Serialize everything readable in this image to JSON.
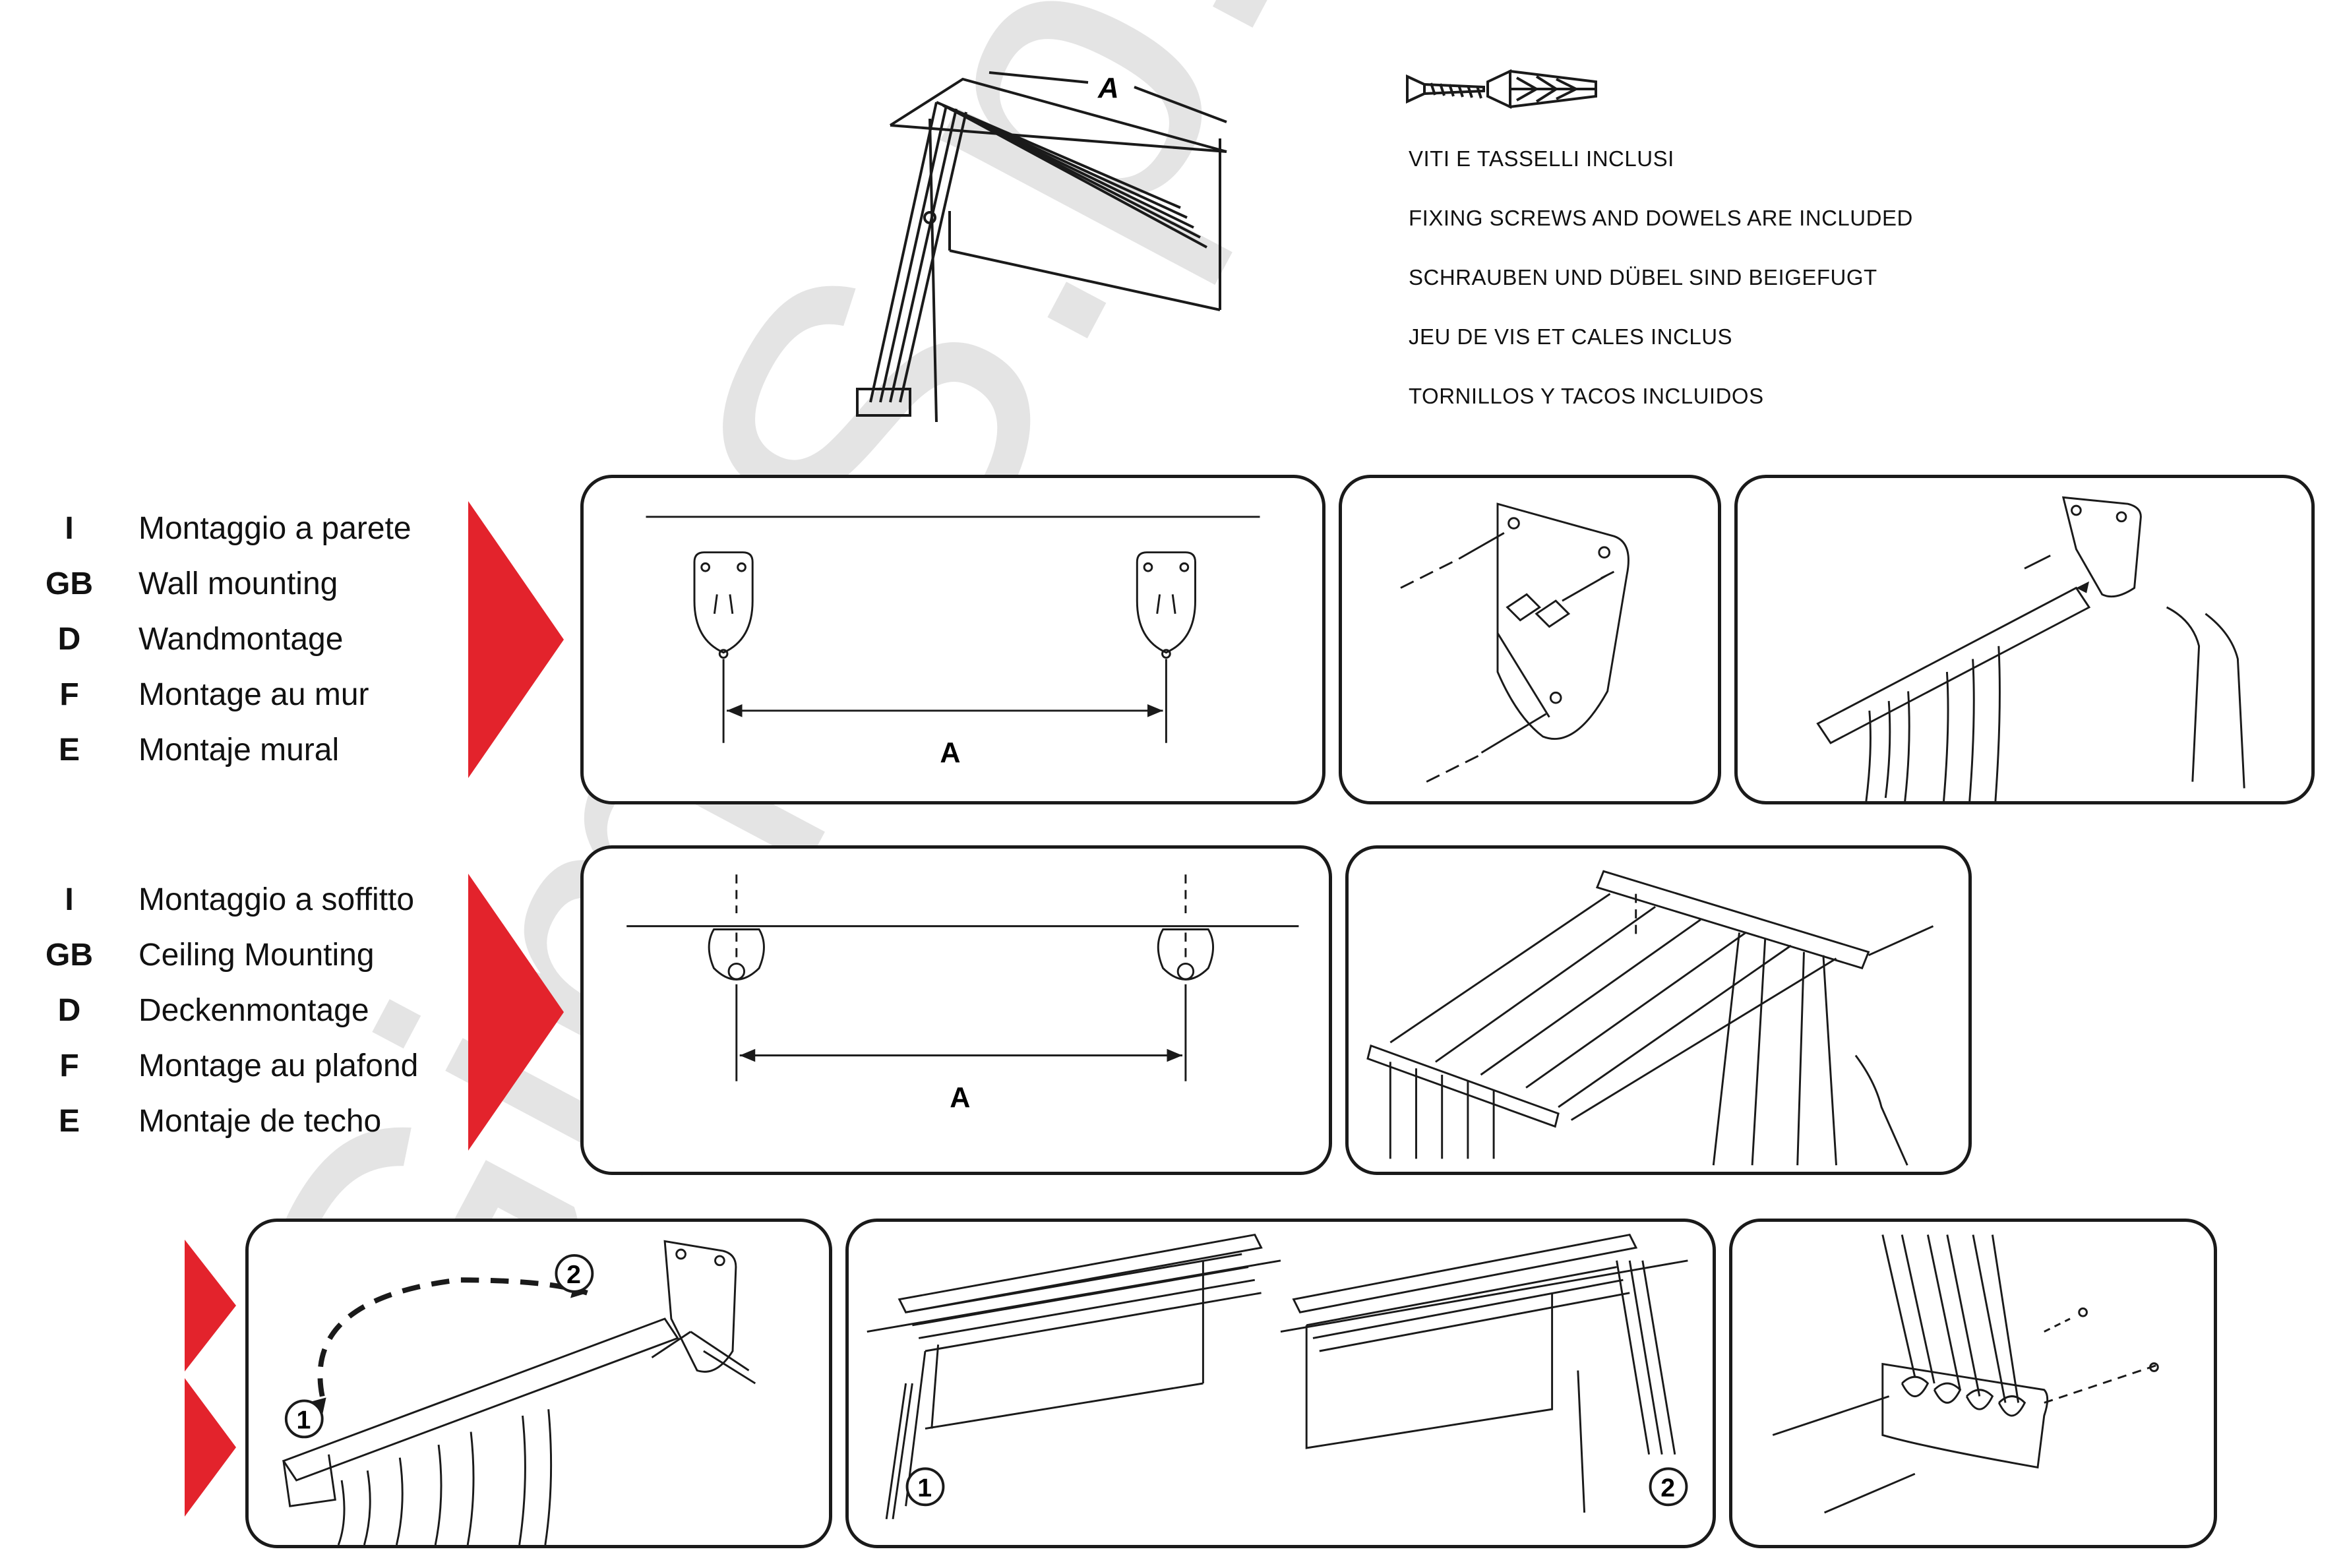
{
  "watermark": "Gimi S.p.A.",
  "top_figure": {
    "dimension_label": "A"
  },
  "hardware_note": {
    "lines": [
      "VITI E TASSELLI INCLUSI",
      "FIXING SCREWS AND DOWELS ARE INCLUDED",
      "SCHRAUBEN UND DÜBEL SIND BEIGEFUGT",
      "JEU DE VIS ET CALES INCLUS",
      "TORNILLOS Y TACOS INCLUIDOS"
    ]
  },
  "wall_mounting": {
    "items": [
      {
        "code": "I",
        "label": "Montaggio a parete"
      },
      {
        "code": "GB",
        "label": "Wall mounting"
      },
      {
        "code": "D",
        "label": "Wandmontage"
      },
      {
        "code": "F",
        "label": "Montage au mur"
      },
      {
        "code": "E",
        "label": "Montaje mural"
      }
    ],
    "dimension_label": "A"
  },
  "ceiling_mounting": {
    "items": [
      {
        "code": "I",
        "label": "Montaggio a soffitto"
      },
      {
        "code": "GB",
        "label": "Ceiling Mounting"
      },
      {
        "code": "D",
        "label": "Deckenmontage"
      },
      {
        "code": "F",
        "label": "Montage au plafond"
      },
      {
        "code": "E",
        "label": "Montaje de techo"
      }
    ],
    "dimension_label": "A"
  },
  "steps": {
    "one": "1",
    "two": "2"
  },
  "colors": {
    "accent_red": "#e3232c",
    "watermark_gray": "#e6e6e6",
    "line": "#1a1a1a"
  }
}
